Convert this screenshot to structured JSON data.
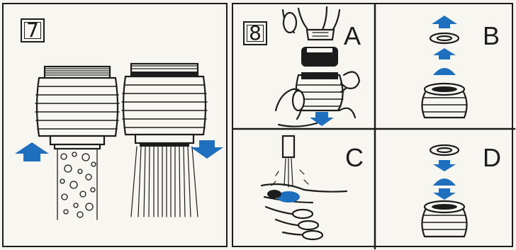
{
  "panel7": {
    "number": "7"
  },
  "panel8": {
    "number": "8",
    "steps": [
      {
        "letter": "A"
      },
      {
        "letter": "B"
      },
      {
        "letter": "C"
      },
      {
        "letter": "D"
      }
    ]
  },
  "colors": {
    "accent": "#1f6fbf",
    "ink": "#1c1c1c",
    "paper": "#f7f6f1"
  }
}
